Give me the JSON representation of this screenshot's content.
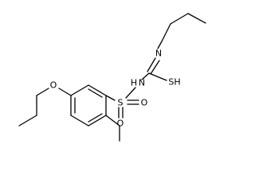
{
  "structure": {
    "atoms": {
      "n_amine": "N",
      "h_amine": "H",
      "n_sulfonamide_n": "N",
      "n_sulfonamide_h": "H",
      "sulfur_sh": "SH",
      "sulfur_sulfonyl": "S",
      "oxygen_sulfonyl_right": "O",
      "oxygen_sulfonyl_bottom": "O",
      "oxygen_ether": "O"
    }
  }
}
